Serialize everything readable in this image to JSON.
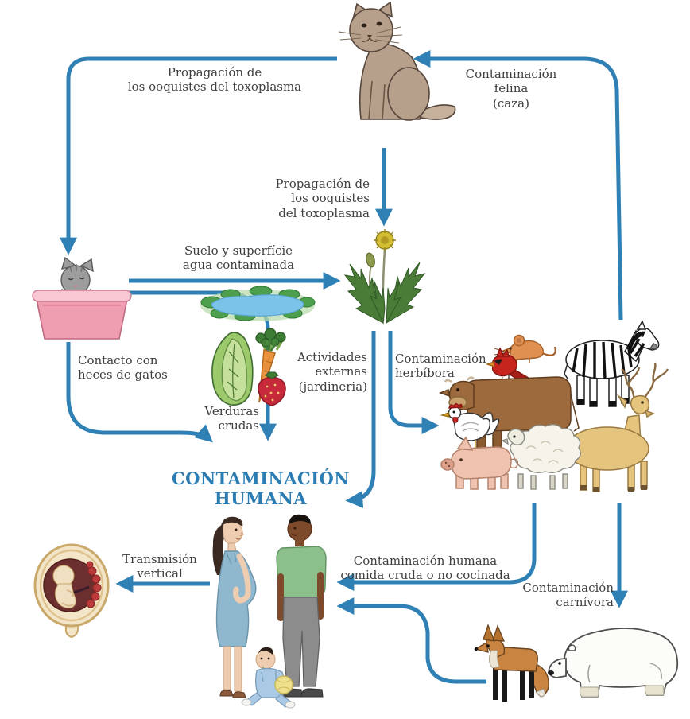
{
  "page": {
    "background": "#ffffff",
    "accent_color": "#2e80b5",
    "title_color": "#2a7cb2",
    "text_color": "#3f3f3f"
  },
  "labels": {
    "propagacion_top": "Propagación de\nlos ooquistes del toxoplasma",
    "contaminacion_felina": "Contaminación\nfelina\n(caza)",
    "propagacion_mid": "Propagación de\nlos ooquistes\ndel toxoplasma",
    "suelo": "Suelo y superfície\nagua contaminada",
    "contacto_heces": "Contacto con\nheces de gatos",
    "verduras_crudas": "Verduras\ncrudas",
    "actividades": "Actividades\nexternas\n(jardineria)",
    "herbivora": "Contaminación\nherbíbora",
    "contaminacion_humana_title": "CONTAMINACIÓN\nHUMANA",
    "transmision_vertical": "Transmisión\nvertical",
    "humana_comida": "Contaminación humana\ncomida cruda o no cocinada",
    "carnivora": "Contaminación\ncarnívora"
  },
  "figures": {
    "cat_top": "sitting cat",
    "litter_box": "cat in pink litter box",
    "pond": "contaminated soil and surface water",
    "vegetables": "lettuce, broccoli, carrot, strawberry",
    "dandelion": "dandelion plant",
    "herbivores": [
      "mouse",
      "cardinal bird",
      "zebra",
      "cow",
      "chicken",
      "deer",
      "sheep",
      "pig"
    ],
    "humans": [
      "pregnant woman",
      "man",
      "baby"
    ],
    "fetus": "fetus in womb",
    "carnivores": [
      "fox (maned wolf)",
      "polar bear"
    ]
  }
}
